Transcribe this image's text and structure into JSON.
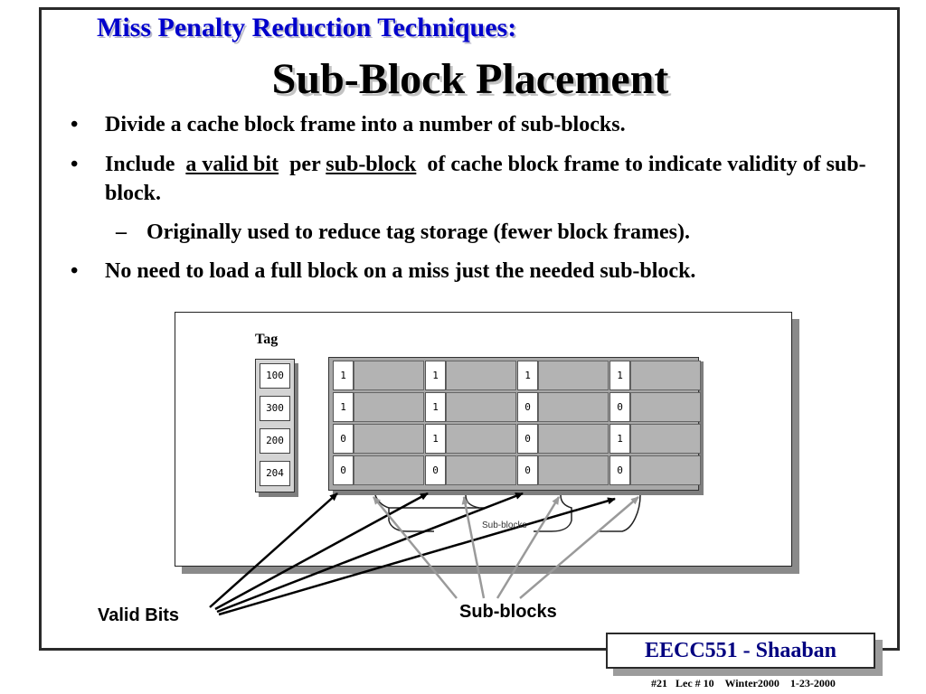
{
  "supertitle": "Miss Penalty Reduction Techniques:",
  "title": "Sub-Block Placement",
  "bullets": {
    "b1": "Divide a cache block frame into a number of sub-blocks.",
    "b2_pre": "Include  ",
    "b2_valid": "a valid bit",
    "b2_per": "  per ",
    "b2_sub": "sub-block",
    "b2_post": "  of cache block frame to indicate validity of sub-block.",
    "sub1": "Originally used to reduce tag storage (fewer block frames).",
    "b3": "No need to load a full block on a miss just the needed sub-block.",
    "bullet_char": "•",
    "dash_char": "–"
  },
  "diagram": {
    "tag_label": "Tag",
    "tags": [
      "100",
      "300",
      "200",
      "204"
    ],
    "valid_bits": [
      [
        "1",
        "1",
        "1",
        "1"
      ],
      [
        "1",
        "1",
        "0",
        "0"
      ],
      [
        "0",
        "1",
        "0",
        "1"
      ],
      [
        "0",
        "0",
        "0",
        "0"
      ]
    ],
    "subblock_tiny_label": "Sub-blocks",
    "label_valid": "Valid Bits",
    "label_sub": "Sub-blocks"
  },
  "footer": {
    "box": "EECC551 - Shaaban",
    "line": "#21   Lec # 10    Winter2000    1-23-2000"
  }
}
